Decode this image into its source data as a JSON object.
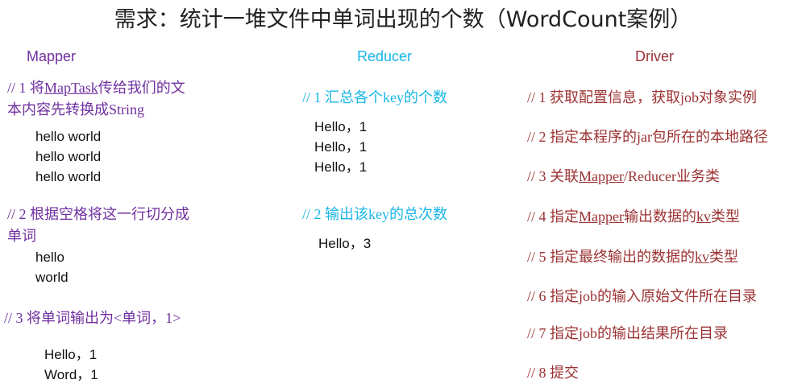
{
  "title": "需求：统计一堆文件中单词出现的个数（WordCount案例）",
  "colors": {
    "mapper": "#7030a0",
    "reducer": "#19b6e6",
    "driver": "#9c3233"
  },
  "mapper": {
    "heading": "Mapper",
    "step1": {
      "pre": "// 1 将",
      "u": "MapTask",
      "line1_post": "传给我们的文",
      "line2": "本内容先转换成String"
    },
    "step1_samples": [
      "hello world",
      "hello world",
      "hello world"
    ],
    "step2": {
      "line1": "// 2 根据空格将这一行切分成",
      "line2": "单词"
    },
    "step2_samples": [
      "hello",
      "world"
    ],
    "step3": "// 3 将单词输出为<单词，1>",
    "step3_samples": [
      "Hello，1",
      "Word，1"
    ]
  },
  "reducer": {
    "heading": "Reducer",
    "step1": "// 1 汇总各个key的个数",
    "step1_samples": [
      "Hello，1",
      "Hello，1",
      "Hello，1"
    ],
    "step2": "// 2 输出该key的总次数",
    "step2_samples": [
      "Hello，3"
    ]
  },
  "driver": {
    "heading": "Driver",
    "steps": {
      "s1": "// 1 获取配置信息，获取job对象实例",
      "s2": "// 2 指定本程序的jar包所在的本地路径",
      "s3": {
        "pre": "// 3 关联",
        "u": "Mapper",
        "post": "/Reducer业务类"
      },
      "s4": {
        "pre": "// 4 指定",
        "u1": "Mapper",
        "mid": "输出数据的",
        "u2": "kv",
        "post": "类型"
      },
      "s5": {
        "pre": "// 5 指定最终输出的数据的",
        "u": "kv",
        "post": "类型"
      },
      "s6": "// 6 指定job的输入原始文件所在目录",
      "s7": "// 7 指定job的输出结果所在目录",
      "s8": "// 8 提交"
    }
  }
}
